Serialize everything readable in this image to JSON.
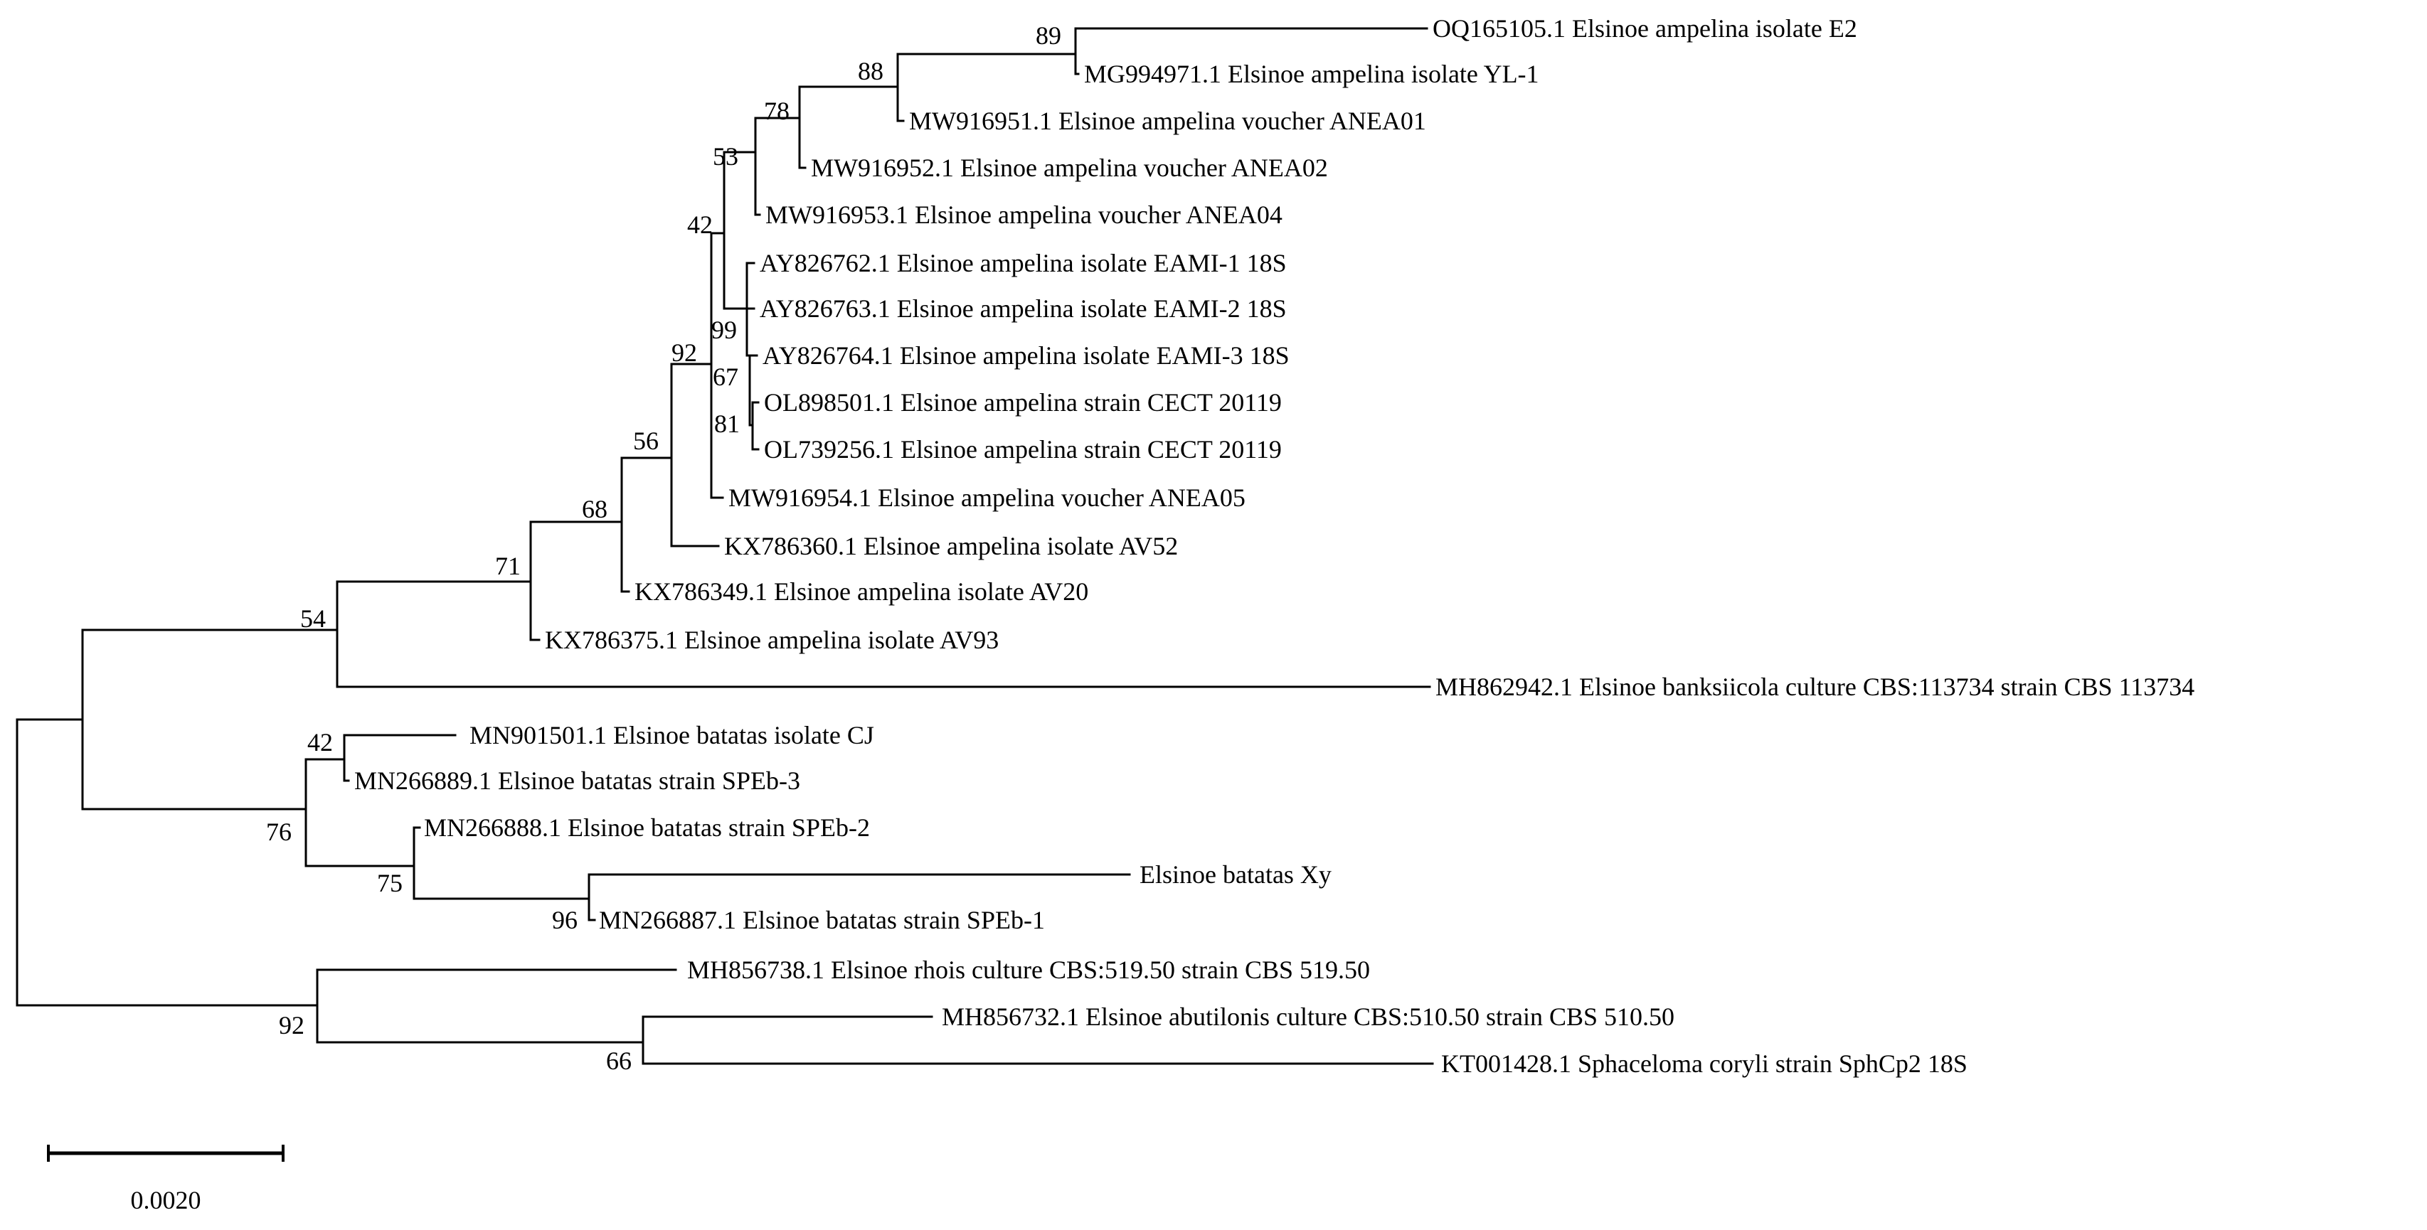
{
  "tree": {
    "taxa": [
      "OQ165105.1 Elsinoe ampelina isolate E2",
      "MG994971.1 Elsinoe ampelina isolate YL-1",
      "MW916951.1 Elsinoe ampelina voucher ANEA01",
      "MW916952.1 Elsinoe ampelina voucher ANEA02",
      "MW916953.1 Elsinoe ampelina voucher ANEA04",
      "AY826762.1 Elsinoe ampelina isolate EAMI-1 18S",
      "AY826763.1 Elsinoe ampelina isolate EAMI-2 18S",
      "AY826764.1 Elsinoe ampelina isolate EAMI-3 18S",
      "OL898501.1 Elsinoe ampelina strain CECT 20119",
      "OL739256.1 Elsinoe ampelina strain CECT 20119",
      "MW916954.1 Elsinoe ampelina voucher ANEA05",
      "KX786360.1 Elsinoe ampelina isolate AV52",
      "KX786349.1 Elsinoe ampelina isolate AV20",
      "KX786375.1 Elsinoe ampelina isolate AV93",
      "MH862942.1 Elsinoe banksiicola culture CBS:113734 strain CBS 113734",
      "MN901501.1 Elsinoe batatas isolate CJ",
      "MN266889.1 Elsinoe batatas strain SPEb-3",
      "MN266888.1 Elsinoe batatas strain SPEb-2",
      "Elsinoe batatas Xy",
      "MN266887.1 Elsinoe batatas strain SPEb-1",
      "MH856738.1 Elsinoe rhois culture CBS:519.50 strain CBS 519.50",
      "MH856732.1 Elsinoe abutilonis culture CBS:510.50 strain CBS 510.50",
      "KT001428.1 Sphaceloma coryli strain SphCp2 18S"
    ],
    "support": {
      "n89": "89",
      "n88": "88",
      "n78": "78",
      "n53": "53",
      "n42a": "42",
      "n99": "99",
      "n67": "67",
      "n81": "81",
      "n92a": "92",
      "n56": "56",
      "n68": "68",
      "n71": "71",
      "n54": "54",
      "n42b": "42",
      "n76": "76",
      "n75": "75",
      "n96": "96",
      "n92b": "92",
      "n66": "66"
    }
  },
  "scale_bar": {
    "value": 0.002,
    "label": "0.0020"
  }
}
